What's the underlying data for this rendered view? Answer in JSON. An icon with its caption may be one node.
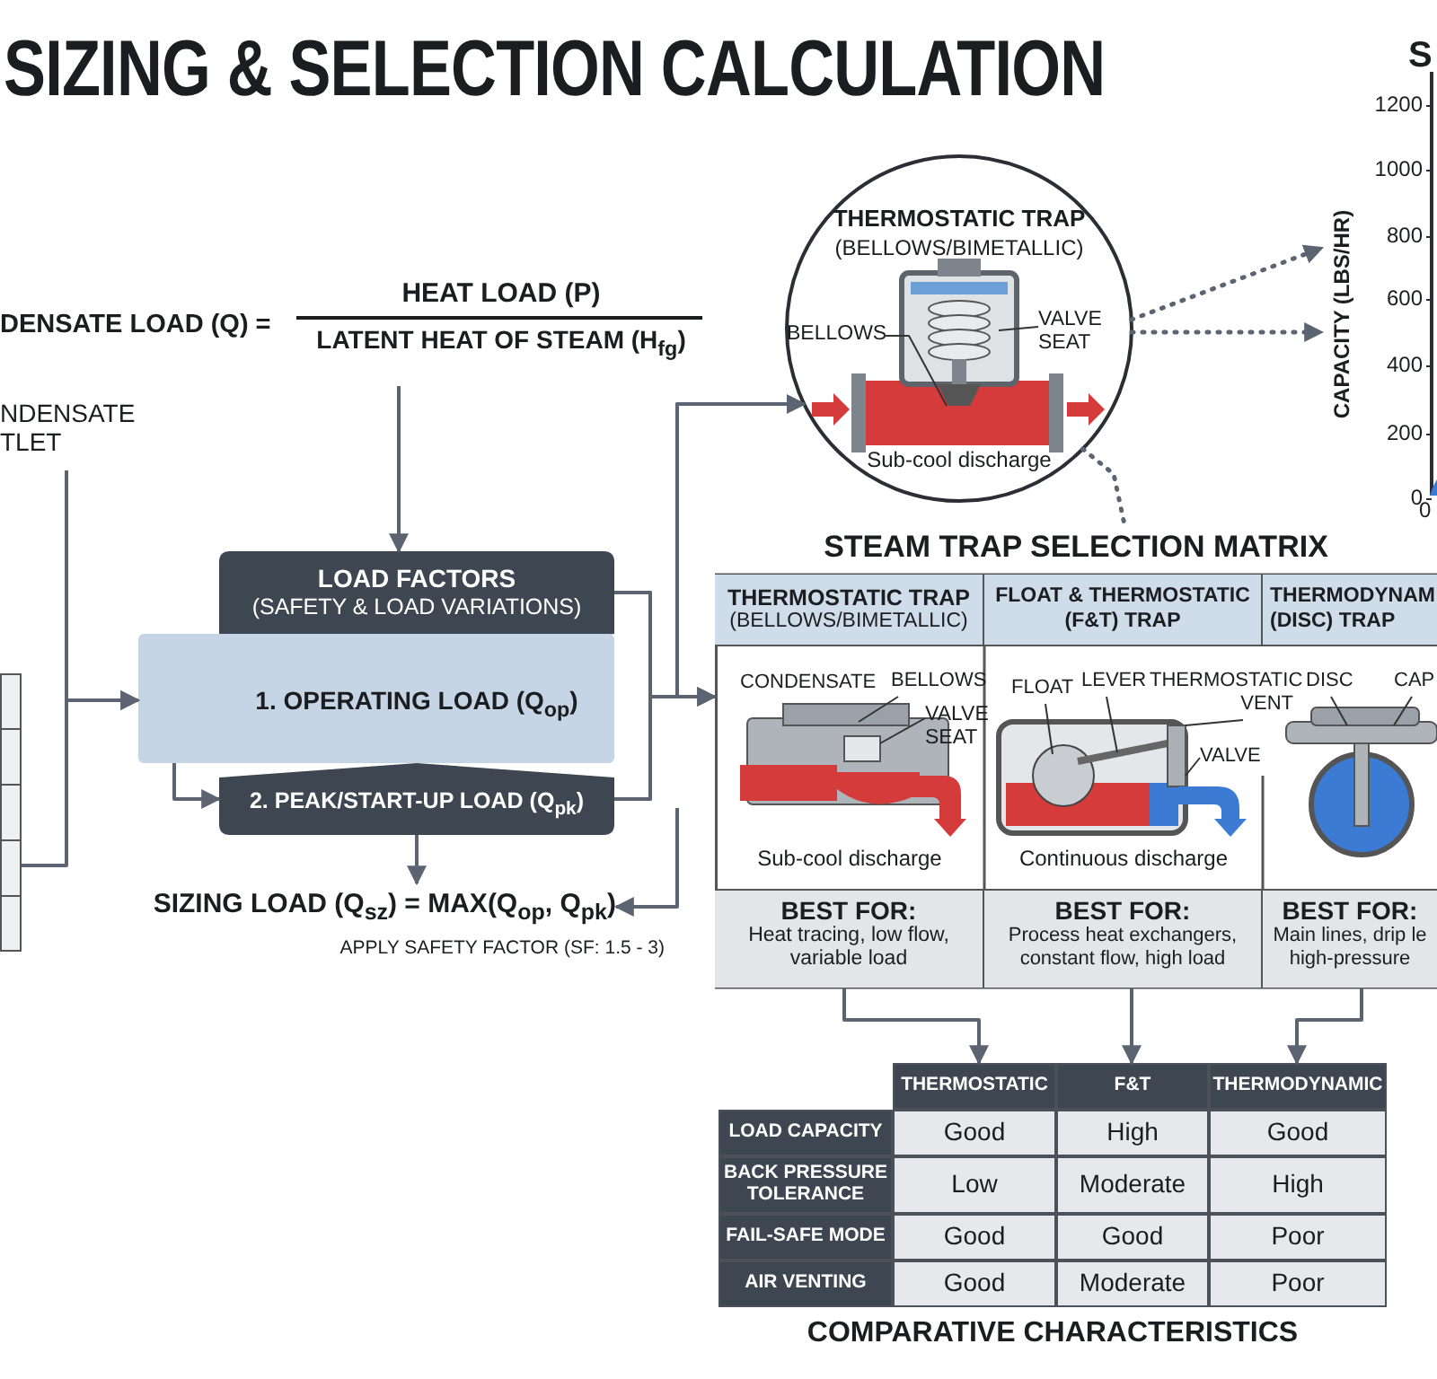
{
  "diagram": {
    "title": "SIZING & SELECTION CALCULATION",
    "nodes": [
      {
        "text": [
          "DENSATE LOAD (Q) =",
          "HEAT LOAD (P)",
          "LATENT HEAT OF STEAM (H$_{fg}$)"
        ]
      },
      {
        "text": [
          "NDENSATE TLET"
        ]
      },
      {
        "text": [],
        "shape": "box"
      },
      {
        "text": [
          "LOAD FACTORS",
          "(SAFETY & LOAD VARIATIONS)"
        ]
      },
      {
        "text": [
          "1. OPERATING LOAD (Q$_{op}$)"
        ]
      },
      {
        "text": [
          "2. PEAK/START-UP LOAD (Q$_{pk}$)"
        ]
      },
      {
        "text": [
          "SIZING LOAD (Q$_{sz}$) = MAX(Q$_{op}$, Q$_{pk}$)"
        ],
        "beside": [
          "APPLY SAFETY FACTOR (SF: 1.5 - 3)"
        ]
      },
      {
        "text": [
          "THERMOSTATIC TRAP",
          "(BELLOWS/BIMETALLIC)",
          "Sub-cool discharge"
        ]
      },
      {
        "text": [
          "BELLOWS"
        ],
        "in": 7
      },
      {
        "text": [
          "VALVE SEAT"
        ],
        "in": 7
      },
      {
        "text": [
          "S",
          "CAPACITY (LBS/HR)",
          "1200",
          "1000",
          "800",
          "600",
          "400",
          "200",
          "0",
          "0"
        ]
      },
      {
        "text": [
          "STEAM TRAP SELECTION MATRIX"
        ]
      },
      {
        "text": [
          "THERMOSTATIC TRAP",
          "(BELLOWS/BIMETALLIC)",
          "CONDENSATE",
          "Sub-cool discharge",
          "BEST FOR:",
          "Heat tracing, low flow, variable load"
        ],
        "in": 11
      },
      {
        "text": [
          "BELLOWS"
        ],
        "in": 12
      },
      {
        "text": [
          "VALVE SEAT"
        ],
        "in": 12
      },
      {
        "text": [
          "FLOAT & THERMOSTATIC (F&T) TRAP",
          "Continuous discharge",
          "BEST FOR:",
          "Process heat exchangers, constant flow, high load"
        ],
        "in": 11
      },
      {
        "text": [
          "FLOAT"
        ],
        "in": 15
      },
      {
        "text": [
          "LEVER"
        ],
        "in": 15
      },
      {
        "text": [
          "THERMOSTATIC VENT"
        ],
        "in": 11
      },
      {
        "text": [
          "VALVE"
        ],
        "in": 15
      },
      {
        "text": [
          "THERMODYNAM (DISC) TRAP",
          "BEST FOR:",
          "Main lines, drip le high-pressure"
        ],
        "in": 11
      },
      {
        "text": [
          "DISC"
        ],
        "in": 20
      },
      {
        "text": [
          "CAP"
        ],
        "in": 20
      },
      {
        "text": [
          "COMPARATIVE CHARACTERISTICS"
        ]
      }
    ],
    "edges": [
      {
        "from": 0,
        "to": 3,
        "arrow": "to"
      },
      {
        "from": 1,
        "to": 4,
        "arrow": "to"
      },
      {
        "from": 2,
        "to": 4,
        "arrow": "to"
      },
      {
        "from": 4,
        "to": 5,
        "arrow": "to"
      },
      {
        "from": 5,
        "to": 6,
        "arrow": "to"
      },
      {
        "from": 3,
        "to": 11,
        "arrow": "to"
      },
      {
        "from": 5,
        "to": 11,
        "arrow": "to"
      },
      {
        "from": 3,
        "to": 7,
        "arrow": "to"
      },
      {
        "from": 5,
        "to": 7,
        "arrow": "to"
      },
      {
        "from": null,
        "to": 6,
        "arrow": "to"
      },
      {
        "from": 7,
        "to": 10,
        "arrow": "to",
        "style": "dashed"
      },
      {
        "from": 7,
        "to": 10,
        "arrow": "to",
        "style": "dashed"
      },
      {
        "from": 7,
        "to": 11,
        "arrow": "none",
        "style": "dashed"
      },
      {
        "from": 12,
        "to": 23,
        "arrow": "to"
      },
      {
        "from": 15,
        "to": 23,
        "arrow": "to"
      },
      {
        "from": 20,
        "to": 23,
        "arrow": "to"
      },
      {
        "from": 8,
        "to": null,
        "arrow": "none"
      },
      {
        "from": 9,
        "to": null,
        "arrow": "none"
      },
      {
        "from": 13,
        "to": null,
        "arrow": "none"
      },
      {
        "from": 14,
        "to": null,
        "arrow": "none"
      },
      {
        "from": 16,
        "to": null,
        "arrow": "none"
      },
      {
        "from": 17,
        "to": null,
        "arrow": "none"
      },
      {
        "from": 18,
        "to": null,
        "arrow": "none"
      },
      {
        "from": 19,
        "to": null,
        "arrow": "none"
      },
      {
        "from": 21,
        "to": null,
        "arrow": "none"
      },
      {
        "from": 22,
        "to": null,
        "arrow": "none"
      }
    ],
    "labels": [
      "THERMOSTATIC",
      "F&T",
      "THERMODYNAMIC",
      "LOAD CAPACITY",
      "Good",
      "High",
      "Good",
      "BACK PRESSURE TOLERANCE",
      "Low",
      "Moderate",
      "High",
      "FAIL-SAFE MODE",
      "Good",
      "Good",
      "Poor",
      "AIR VENTING",
      "Good",
      "Moderate",
      "Poor"
    ]
  }
}
